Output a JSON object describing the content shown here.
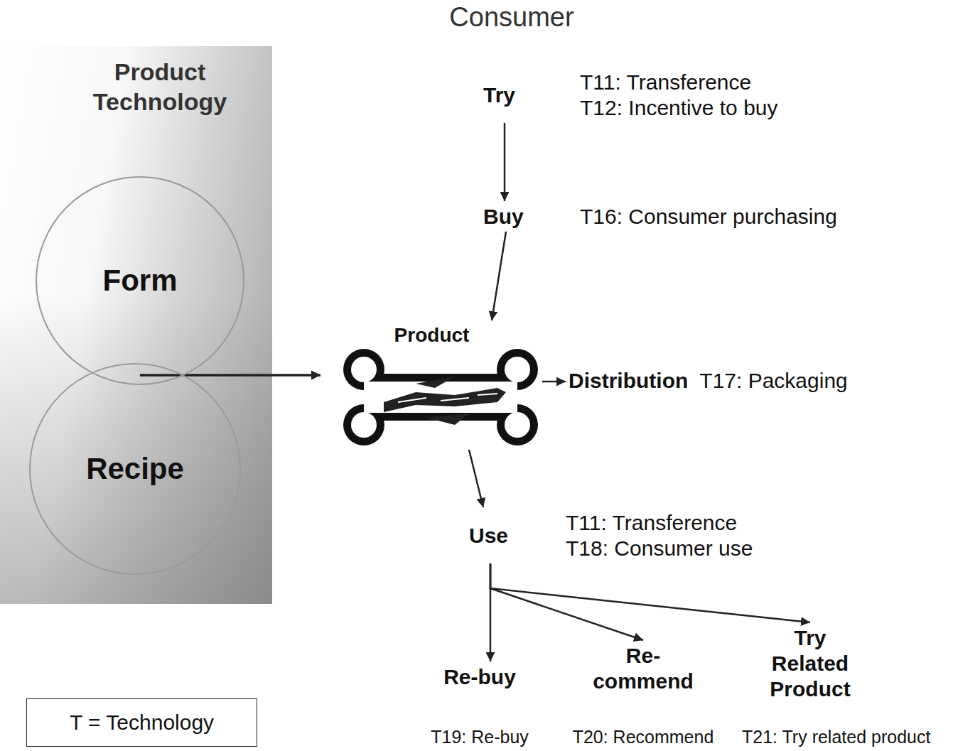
{
  "diagram": {
    "title": "Consumer",
    "nodes": [
      {
        "text": [
          "Product Technology"
        ]
      },
      {
        "text": [
          "Form"
        ],
        "in": 0
      },
      {
        "text": [
          "Recipe"
        ],
        "in": 0
      },
      {
        "text": [
          "Try",
          "T11: Transference",
          "T12: Incentive to buy"
        ]
      },
      {
        "text": [
          "Buy",
          "T16: Consumer purchasing"
        ]
      },
      {
        "text": [
          "Product"
        ]
      },
      {
        "text": [
          "Distribution",
          "T17: Packaging"
        ]
      },
      {
        "text": [
          "Use",
          "T11: Transference",
          "T18: Consumer use"
        ]
      },
      {
        "text": [
          "Re-buy",
          "T19: Re-buy"
        ]
      },
      {
        "text": [
          "Re- commend",
          "T20: Recommend"
        ]
      },
      {
        "text": [
          "Try Related Product",
          "T21: Try related product"
        ]
      }
    ],
    "edges": [
      {
        "from": 1,
        "to": 5,
        "arrow": "to"
      },
      {
        "from": 2,
        "to": 5,
        "arrow": "to"
      },
      {
        "from": 3,
        "to": 4,
        "arrow": "to"
      },
      {
        "from": 4,
        "to": 5,
        "arrow": "to"
      },
      {
        "from": 5,
        "to": 6,
        "arrow": "to"
      },
      {
        "from": 5,
        "to": 7,
        "arrow": "to"
      },
      {
        "from": 7,
        "to": 8,
        "arrow": "to"
      },
      {
        "from": 7,
        "to": 9,
        "arrow": "to"
      },
      {
        "from": 7,
        "to": 10,
        "arrow": "to"
      }
    ],
    "legend": [
      {
        "text": "T = Technology"
      }
    ]
  }
}
